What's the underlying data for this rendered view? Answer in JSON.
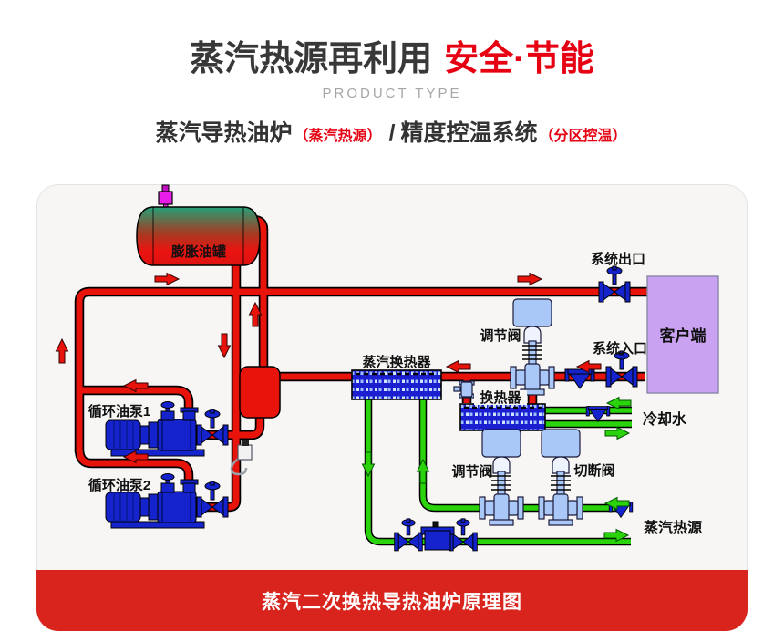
{
  "header": {
    "title_main": "蒸汽热源再利用",
    "title_accent": "安全·节能",
    "eyebrow": "PRODUCT TYPE",
    "subtitle": {
      "part1": "蒸汽导热油炉",
      "part1_note": "（蒸汽热源）",
      "divider": "/",
      "part2": "精度控温系统",
      "part2_note": "（分区控温）"
    }
  },
  "diagram": {
    "labels": {
      "expansion_tank": "膨胀油罐",
      "system_outlet": "系统出口",
      "client": "客户端",
      "regulating_valve_top": "调节阀",
      "system_inlet": "系统入口",
      "steam_heat_exchanger": "蒸汽换热器",
      "heat_exchanger": "换热器",
      "cooling_water": "冷却水",
      "circulating_pump_1": "循环油泵1",
      "circulating_pump_2": "循环油泵2",
      "regulating_valve_bottom": "调节阀",
      "cutoff_valve": "切断阀",
      "steam_heat_source": "蒸汽热源"
    },
    "colors": {
      "hot_oil_pipe": "#e8130b",
      "steam_water_pipe": "#2bd30c",
      "equipment_blue": "#1423cc",
      "exchanger_blue": "#1b1fd0",
      "control_valve_blue": "#a9c7f7",
      "client_purple": "#c9a2f2",
      "tank_top_green": "#28a077",
      "sensor_magenta": "#e81ee8",
      "accent_red": "#e60012",
      "banner_red": "#d8241d"
    }
  },
  "footer": {
    "caption": "蒸汽二次换热导热油炉原理图"
  }
}
